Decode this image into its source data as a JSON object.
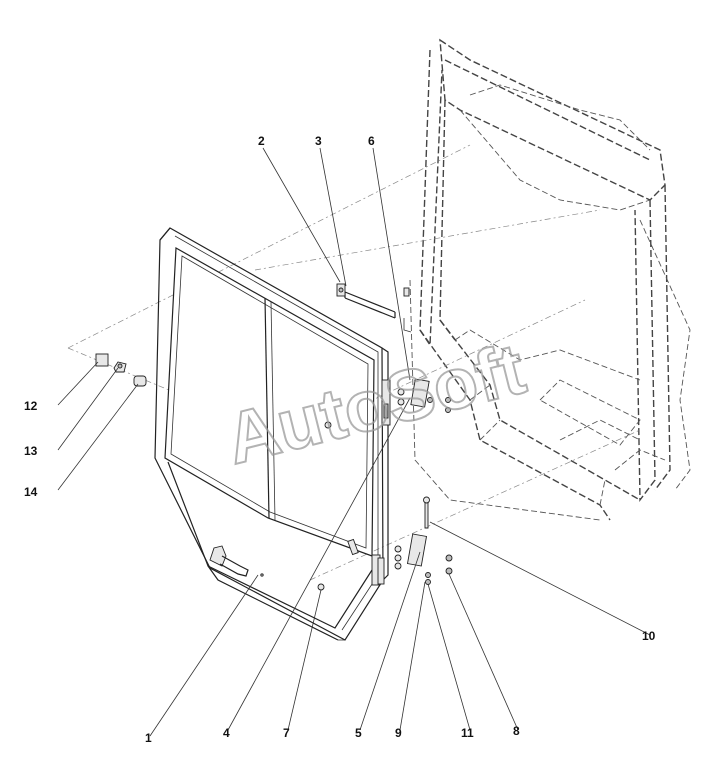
{
  "watermark": "AutoSoft",
  "callouts": [
    {
      "id": "1",
      "label": "1"
    },
    {
      "id": "2",
      "label": "2"
    },
    {
      "id": "3",
      "label": "3"
    },
    {
      "id": "4",
      "label": "4"
    },
    {
      "id": "5",
      "label": "5"
    },
    {
      "id": "6",
      "label": "6"
    },
    {
      "id": "7",
      "label": "7"
    },
    {
      "id": "8",
      "label": "8"
    },
    {
      "id": "9",
      "label": "9"
    },
    {
      "id": "10",
      "label": "10"
    },
    {
      "id": "11",
      "label": "11"
    },
    {
      "id": "12",
      "label": "12"
    },
    {
      "id": "13",
      "label": "13"
    },
    {
      "id": "14",
      "label": "14"
    }
  ],
  "colors": {
    "line": "#222222",
    "dashed": "#555555",
    "watermark": "#9a9a9a",
    "background": "#ffffff"
  }
}
